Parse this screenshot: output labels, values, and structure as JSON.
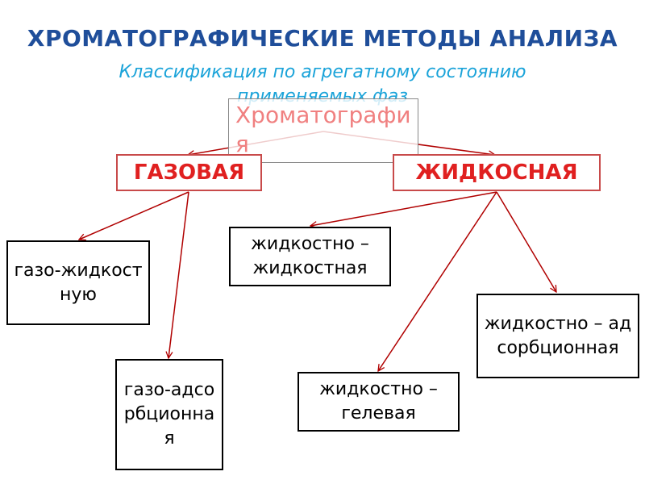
{
  "title": "ХРОМАТОГРАФИЧЕСКИЕ МЕТОДЫ АНАЛИЗА",
  "subtitle": "Классификация по агрегатному состоянию применяемых фаз",
  "nodes": {
    "root": "Хроматография",
    "gas": "ГАЗОВАЯ",
    "liquid": "ЖИДКОСНАЯ",
    "gas_liquid": "газо-жидкостную",
    "gas_adsorption": "газо-адсорбционная",
    "liquid_liquid": "жидкостно – жидкостная",
    "liquid_adsorption": "жидкостно – адсорбционная",
    "liquid_gel": "жидкостно – гелевая"
  },
  "colors": {
    "title": "#1f4e9a",
    "subtitle": "#1aa3d9",
    "root_text": "#f08080",
    "main_text": "#e02020",
    "main_border": "#c84a4a",
    "arrow": "#b00000"
  }
}
